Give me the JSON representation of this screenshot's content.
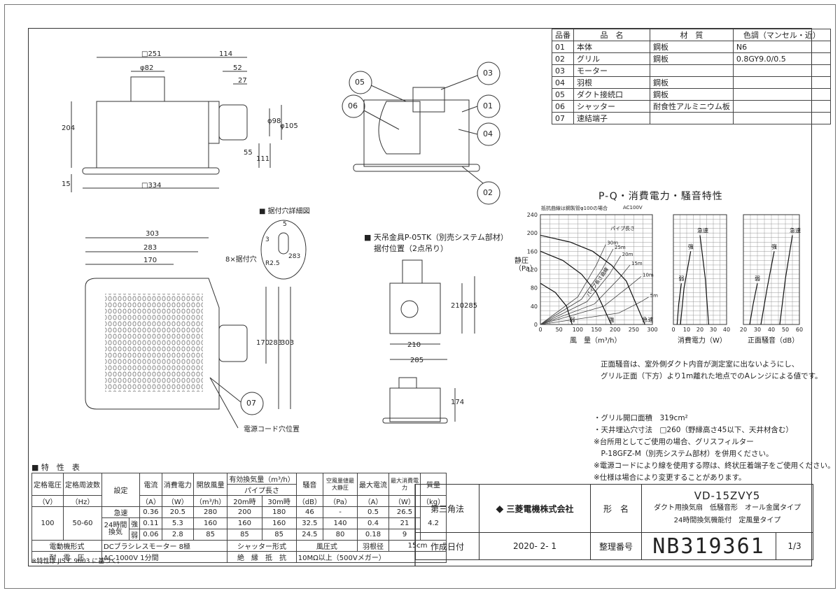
{
  "parts_table": {
    "headers": [
      "品番",
      "品　名",
      "材　質",
      "色調（マンセル・近）"
    ],
    "rows": [
      [
        "01",
        "本体",
        "鋼板",
        "N6"
      ],
      [
        "02",
        "グリル",
        "鋼板",
        "0.8GY9.0/0.5"
      ],
      [
        "03",
        "モーター",
        "",
        ""
      ],
      [
        "04",
        "羽根",
        "鋼板",
        ""
      ],
      [
        "05",
        "ダクト接続口",
        "鋼板",
        ""
      ],
      [
        "06",
        "シャッター",
        "耐食性アルミニウム板",
        ""
      ],
      [
        "07",
        "速結端子",
        "",
        ""
      ]
    ]
  },
  "top_view": {
    "dims": [
      "□251",
      "114",
      "φ82",
      "52",
      "27",
      "204",
      "φ98",
      "φ105",
      "55",
      "111",
      "15",
      "□334"
    ],
    "callouts": [
      "05",
      "03",
      "06",
      "01",
      "04",
      "02"
    ]
  },
  "detail": {
    "title": "据付穴詳細図",
    "dims": [
      "5",
      "3",
      "R2.5",
      "283"
    ]
  },
  "bottom_view": {
    "dims": [
      "303",
      "283",
      "170",
      "8×据付穴",
      "170",
      "283",
      "303"
    ],
    "callout": "07",
    "power_cord": "電源コード穴位置"
  },
  "bracket": {
    "title": "天吊金具P-05TK（別売システム部材）",
    "subtitle": "据付位置（2点吊り）",
    "dims": [
      "210",
      "285",
      "210",
      "285",
      "174"
    ]
  },
  "chart_title": "P-Q・消費電力・騒音特性",
  "chart_data": [
    {
      "type": "line",
      "title": "",
      "note": "抵抗曲線は鋼製管φ100の場合",
      "supply": "AC100V",
      "xlabel": "風　量（m³/h）",
      "ylabel": "静圧（Pa）",
      "xlim": [
        0,
        300
      ],
      "ylim": [
        0,
        240
      ],
      "xticks": [
        0,
        50,
        100,
        150,
        200,
        250,
        300
      ],
      "yticks": [
        0,
        20,
        40,
        60,
        80,
        100,
        120,
        140,
        160,
        180,
        200,
        220,
        240
      ],
      "pipe_label": "パイプ長さ",
      "series": [
        {
          "name": "急速",
          "x": [
            0,
            80,
            140,
            190,
            230,
            280
          ],
          "y": [
            195,
            180,
            160,
            130,
            95,
            0
          ]
        },
        {
          "name": "強",
          "x": [
            0,
            60,
            110,
            150,
            190
          ],
          "y": [
            160,
            140,
            110,
            70,
            0
          ]
        },
        {
          "name": "弱",
          "x": [
            0,
            40,
            70,
            85
          ],
          "y": [
            90,
            70,
            40,
            0
          ]
        }
      ],
      "resistance_curves": [
        {
          "name": "30m",
          "x": [
            0,
            100,
            150,
            175
          ],
          "y": [
            0,
            60,
            130,
            175
          ]
        },
        {
          "name": "25m",
          "x": [
            0,
            110,
            165,
            195
          ],
          "y": [
            0,
            55,
            120,
            165
          ]
        },
        {
          "name": "20m",
          "x": [
            0,
            125,
            185,
            215
          ],
          "y": [
            0,
            50,
            110,
            150
          ]
        },
        {
          "name": "15m",
          "x": [
            0,
            145,
            210,
            240
          ],
          "y": [
            0,
            45,
            100,
            130
          ]
        },
        {
          "name": "10m",
          "x": [
            0,
            170,
            240,
            270
          ],
          "y": [
            0,
            40,
            85,
            105
          ]
        },
        {
          "name": "5m",
          "x": [
            0,
            210,
            270,
            290
          ],
          "y": [
            0,
            25,
            50,
            60
          ]
        }
      ],
      "legend_extra": "パイプ長さ曲線"
    },
    {
      "type": "line",
      "title": "",
      "xlabel": "消費電力（W）",
      "xlim": [
        0,
        40
      ],
      "ylim": [
        0,
        240
      ],
      "xticks": [
        0,
        10,
        20,
        30,
        40
      ],
      "series": [
        {
          "name": "急速",
          "x": [
            26.5,
            24,
            20
          ],
          "y": [
            0,
            100,
            195
          ]
        },
        {
          "name": "強",
          "x": [
            5.3,
            8,
            13
          ],
          "y": [
            0,
            80,
            160
          ]
        },
        {
          "name": "弱",
          "x": [
            2.8,
            4,
            6
          ],
          "y": [
            0,
            45,
            90
          ]
        }
      ]
    },
    {
      "type": "line",
      "title": "",
      "xlabel": "正面騒音（dB）",
      "xlim": [
        20,
        60
      ],
      "ylim": [
        0,
        240
      ],
      "xticks": [
        20,
        30,
        40,
        50,
        60
      ],
      "series": [
        {
          "name": "急速",
          "x": [
            46,
            50,
            55
          ],
          "y": [
            0,
            100,
            195
          ]
        },
        {
          "name": "強",
          "x": [
            32.5,
            37,
            42
          ],
          "y": [
            0,
            80,
            160
          ]
        },
        {
          "name": "弱",
          "x": [
            24.5,
            27,
            30
          ],
          "y": [
            0,
            45,
            90
          ]
        }
      ]
    }
  ],
  "noise_note": [
    "正面騒音は、室外側ダクト内音が測定室に出ないようにし、",
    "グリル正面（下方）より1m離れた地点でのAレンジによる値です。"
  ],
  "notes": [
    "・グリル開口面積　319cm²",
    "・天井埋込穴寸法　□260（野縁高さ45以下、天井材含む）",
    "※台所用としてご使用の場合、グリスフィルター",
    "　P-18GFZ-M（別売システム部材）を併用ください。",
    "※電源コードにより線を使用する際は、終状圧着端子をご使用ください。",
    "※仕様は場合により変更することがあります。"
  ],
  "spec_table": {
    "title": "特　性　表",
    "header1": [
      "定格電圧",
      "定格周波数",
      "設定",
      "電流",
      "消費電力",
      "開放風量",
      "有効換気量（m³/h）",
      "騒音",
      "空風量値最大静圧",
      "最大電流",
      "最大消費電力",
      "質量"
    ],
    "header_pipe": "パイプ長さ",
    "header_pipe_cols": [
      "20m時",
      "30m時"
    ],
    "units": [
      "（V）",
      "（Hz）",
      "（A）",
      "（W）",
      "（m³/h）",
      "（dB）",
      "（Pa）",
      "（A）",
      "（W）",
      "（kg）"
    ],
    "voltage": "100",
    "freq": "50-60",
    "mode_24h": "24時間換気",
    "rows": [
      [
        "急速",
        "0.36",
        "20.5",
        "280",
        "200",
        "180",
        "46",
        "-",
        "0.5",
        "26.5"
      ],
      [
        "強",
        "0.11",
        "5.3",
        "160",
        "160",
        "160",
        "32.5",
        "140",
        "0.4",
        "21"
      ],
      [
        "弱",
        "0.06",
        "2.8",
        "85",
        "85",
        "85",
        "24.5",
        "80",
        "0.18",
        "9"
      ]
    ],
    "mass": "4.2",
    "motor_label": "電動機形式",
    "motor": "DCブラシレスモーター 8極",
    "shutter_label": "シャッター形式",
    "shutter": "風圧式",
    "blade_label": "羽根径",
    "blade": "15cm",
    "withstand_label": "耐　電　圧",
    "withstand": "AC 1000V 1分間",
    "insulation_label": "絶　縁　抵　抗",
    "insulation": "10MΩ以上（500Vメガー）",
    "footnote": "※特性は JIS C 9603 に基づく。"
  },
  "title_block": {
    "projection": "第三角法",
    "company": "三菱電機株式会社",
    "name_label": "形　名",
    "model": "VD-15ZVY5",
    "desc1": "ダクト用換気扇　低騒音形　オール金属タイプ",
    "desc2": "24時間換気機能付　定風量タイプ",
    "date_label": "作成日付",
    "date": "2020- 2- 1",
    "num_label": "整理番号",
    "number": "NB319361",
    "page": "1/3"
  }
}
